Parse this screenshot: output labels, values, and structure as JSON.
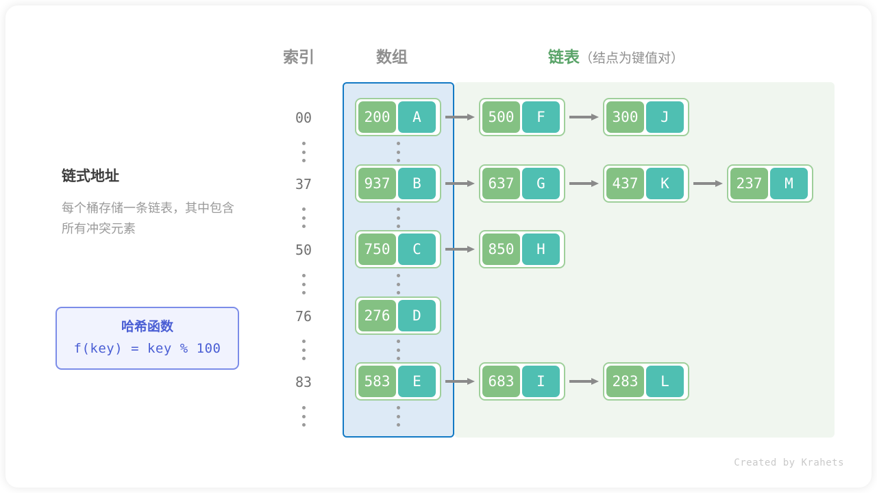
{
  "credit": "Created by Krahets",
  "headers": {
    "index": "索引",
    "array": "数组",
    "list_main": "链表",
    "list_sub": "（结点为键值对）"
  },
  "description": {
    "title": "链式地址",
    "body": "每个桶存储一条链表，其中包含所有冲突元素"
  },
  "hash_function": {
    "title": "哈希函数",
    "formula": "f(key) = key % 100"
  },
  "colors": {
    "array_region_fill": "#ddeaf6",
    "array_region_border": "#1279c4",
    "list_region_fill": "#f0f6ef",
    "key_cell": "#84c183",
    "value_cell": "#4fbfb2",
    "node_border": "#9ecf9a",
    "arrow": "#8a8a8a",
    "header_green": "#5aa469",
    "hash_blue": "#4a5ed4"
  },
  "buckets": [
    {
      "index": "00",
      "bucket_node": {
        "key": "200",
        "value": "A"
      },
      "chain": [
        {
          "key": "500",
          "value": "F"
        },
        {
          "key": "300",
          "value": "J"
        }
      ]
    },
    {
      "index": "37",
      "bucket_node": {
        "key": "937",
        "value": "B"
      },
      "chain": [
        {
          "key": "637",
          "value": "G"
        },
        {
          "key": "437",
          "value": "K"
        },
        {
          "key": "237",
          "value": "M"
        }
      ]
    },
    {
      "index": "50",
      "bucket_node": {
        "key": "750",
        "value": "C"
      },
      "chain": [
        {
          "key": "850",
          "value": "H"
        }
      ]
    },
    {
      "index": "76",
      "bucket_node": {
        "key": "276",
        "value": "D"
      },
      "chain": []
    },
    {
      "index": "83",
      "bucket_node": {
        "key": "583",
        "value": "E"
      },
      "chain": [
        {
          "key": "683",
          "value": "I"
        },
        {
          "key": "283",
          "value": "L"
        }
      ]
    }
  ],
  "ellipsis_rows": 5
}
